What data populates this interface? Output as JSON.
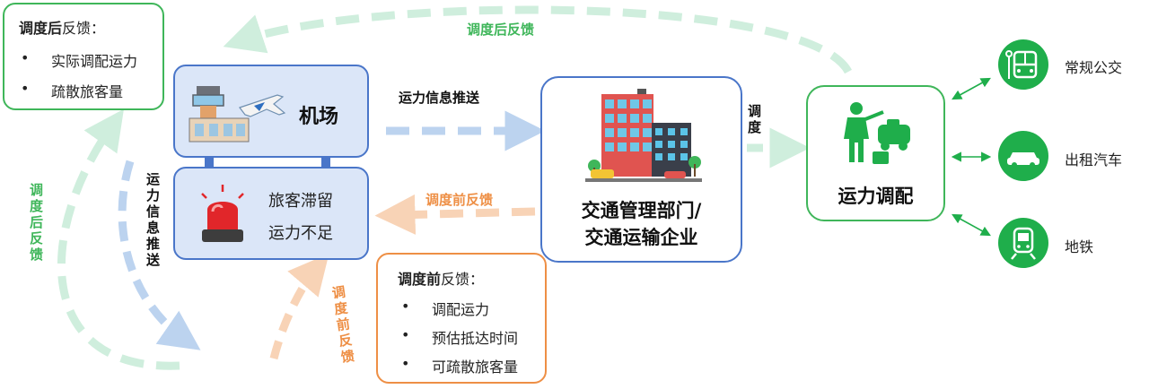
{
  "note_after": {
    "title_bold": "调度后",
    "title_rest": "反馈：",
    "items": [
      "实际调配运力",
      "疏散旅客量"
    ]
  },
  "note_before": {
    "title_bold": "调度前",
    "title_rest": "反馈：",
    "items": [
      "调配运力",
      "预估抵达时间",
      "可疏散旅客量"
    ]
  },
  "airport": {
    "name": "机场",
    "status_lines": [
      "旅客滞留",
      "运力不足"
    ]
  },
  "department": {
    "line1": "交通管理部门/",
    "line2": "交通运输企业"
  },
  "dispatch": {
    "name": "运力调配"
  },
  "edges": {
    "top_feedback": "调度后反馈",
    "push_info": "运力信息推送",
    "pre_feedback": "调度前反馈",
    "dispatch": "调度",
    "left_after_feedback": "调度后反馈",
    "vertical_push": "运力信息推送",
    "bottom_pre_feedback": "调度前反馈"
  },
  "modes": [
    {
      "label": "常规公交",
      "icon": "bus-icon"
    },
    {
      "label": "出租汽车",
      "icon": "taxi-icon"
    },
    {
      "label": "地铁",
      "icon": "subway-icon"
    }
  ],
  "colors": {
    "green": "#3fb65a",
    "orange": "#ee8f45",
    "blue": "#4a76c9",
    "light_blue_fill": "#dbe6f8",
    "mode_green": "#1fae4b"
  }
}
